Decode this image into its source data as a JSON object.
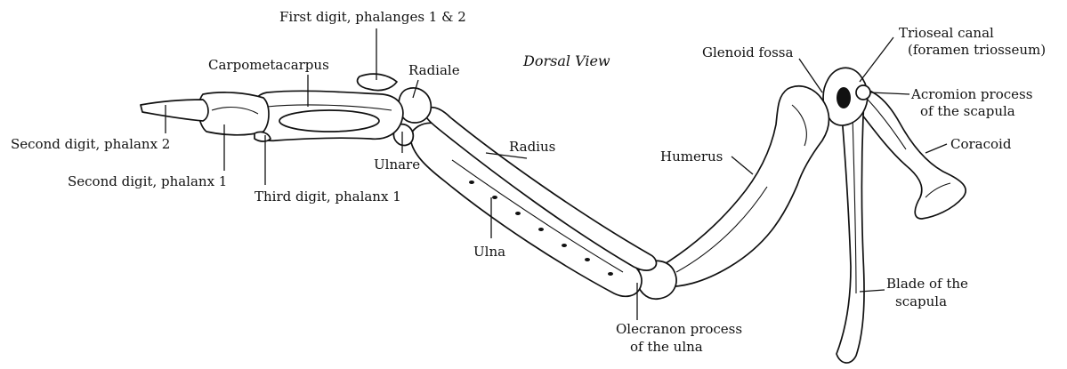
{
  "view_title": "Dorsal View",
  "labels": {
    "first_digit": "First digit, phalanges 1 & 2",
    "carpometacarpus": "Carpometacarpus",
    "radiale": "Radiale",
    "second_digit_p2": "Second digit, phalanx 2",
    "second_digit_p1": "Second digit, phalanx 1",
    "third_digit_p1": "Third digit, phalanx 1",
    "ulnare": "Ulnare",
    "radius": "Radius",
    "ulna": "Ulna",
    "humerus": "Humerus",
    "glenoid_fossa": "Glenoid fossa",
    "trioseal_canal_1": "Trioseal canal",
    "trioseal_canal_2": "(foramen triosseum)",
    "acromion_1": "Acromion process",
    "acromion_2": "of the scapula",
    "coracoid": "Coracoid",
    "blade_1": "Blade of the",
    "blade_2": "scapula",
    "olecranon_1": "Olecranon process",
    "olecranon_2": "of the ulna"
  }
}
